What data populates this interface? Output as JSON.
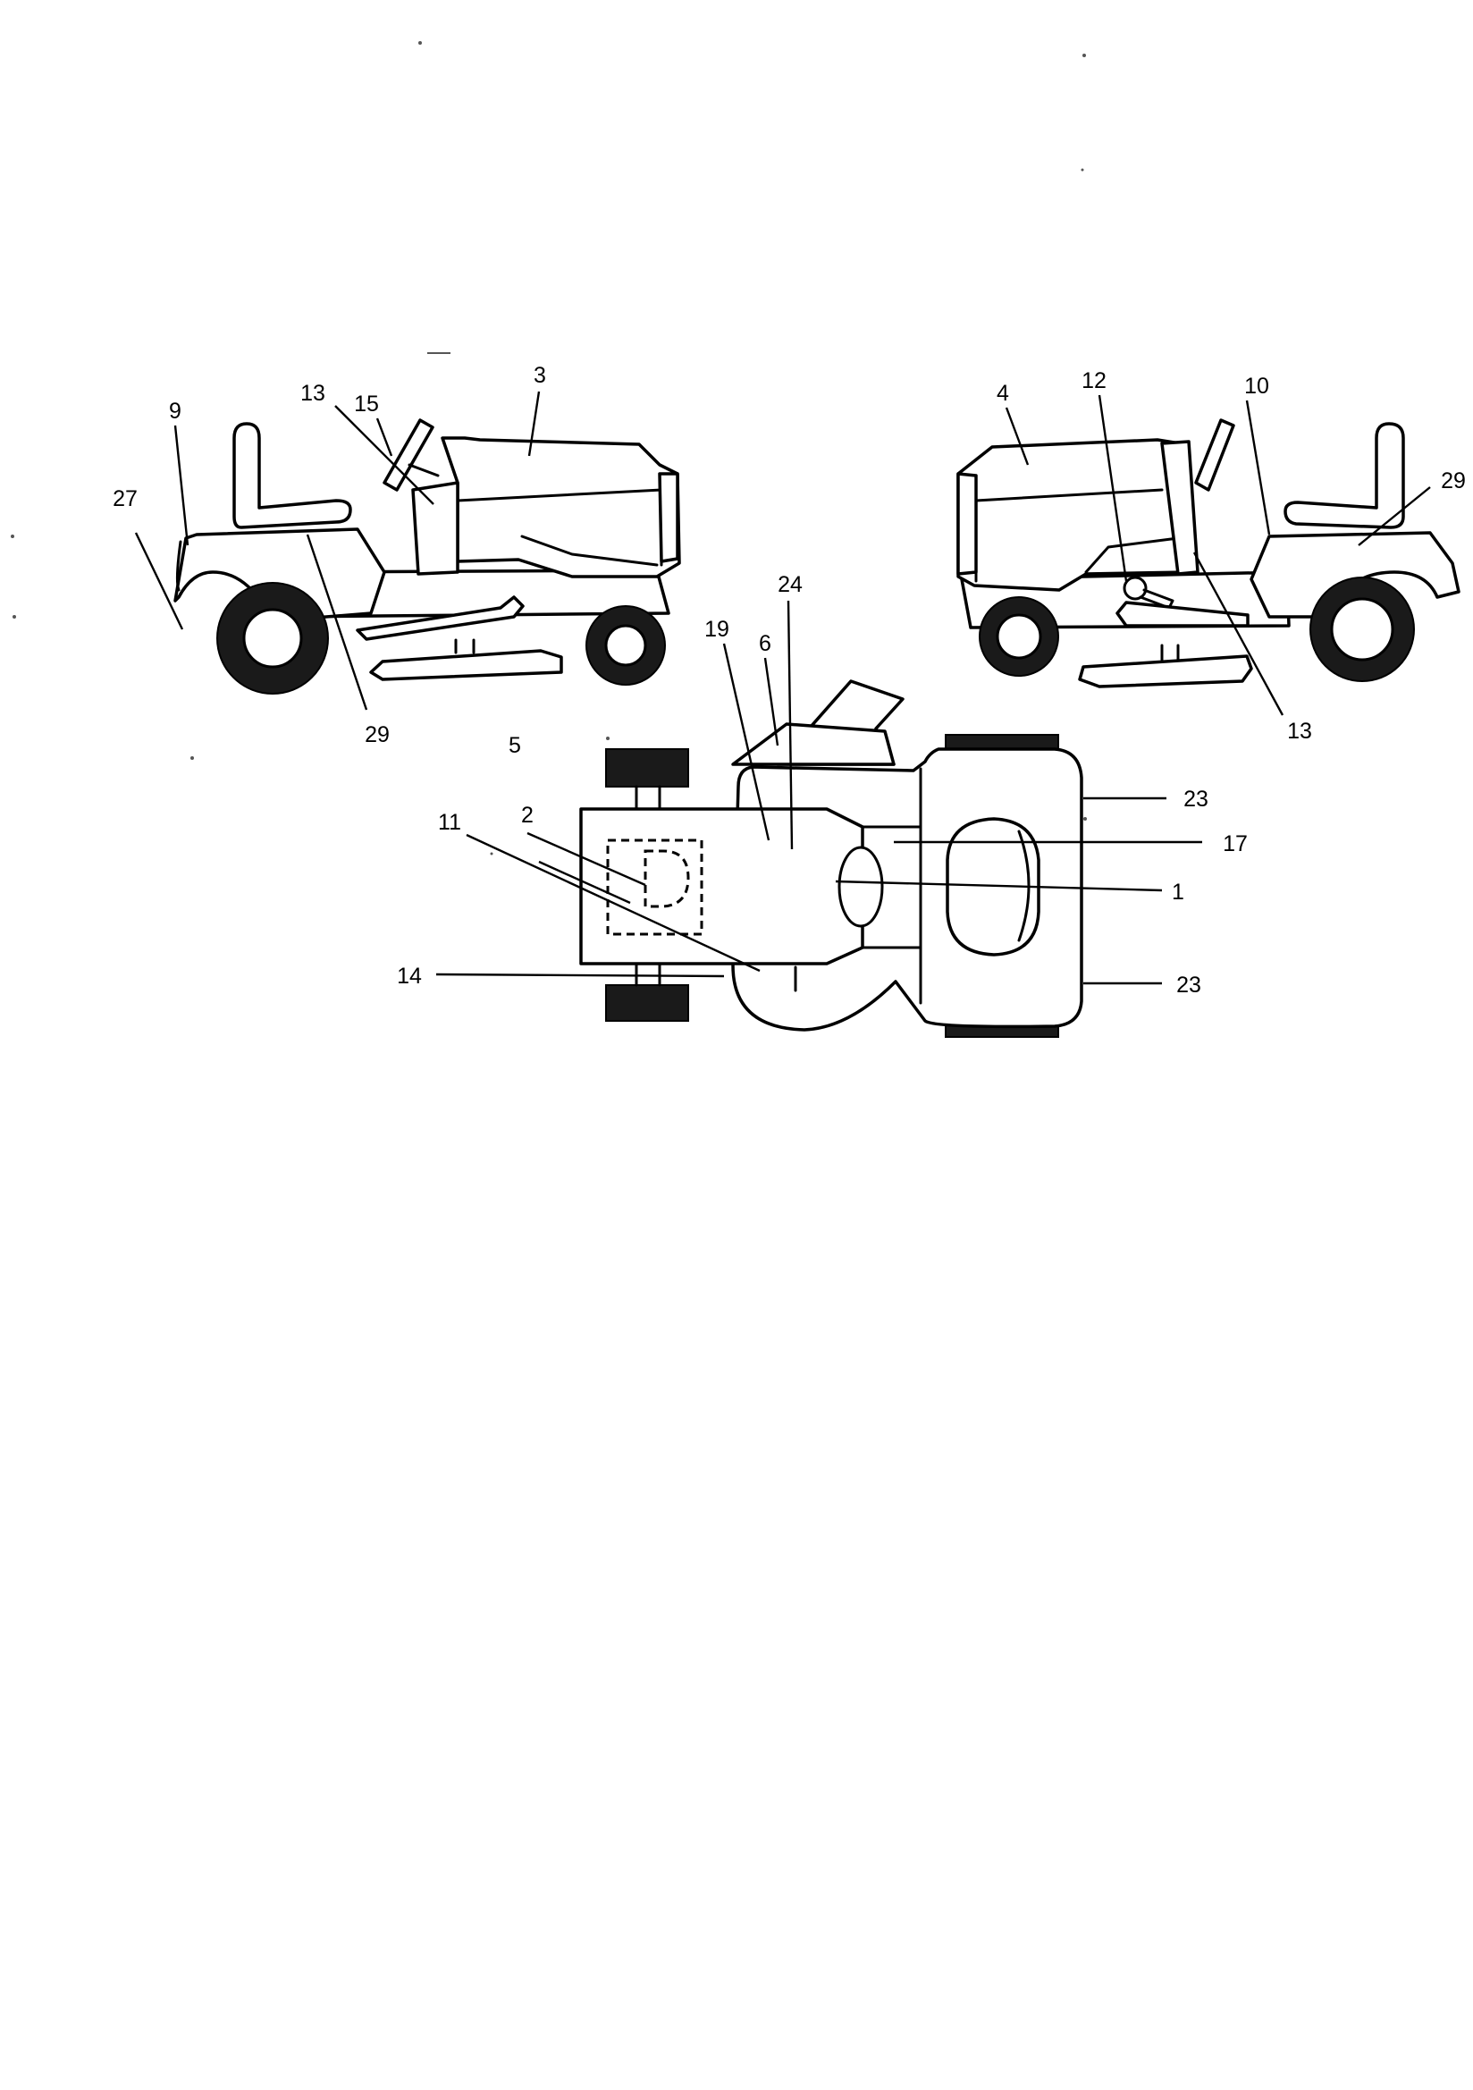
{
  "callouts": {
    "left_view": [
      "3",
      "13",
      "15",
      "9",
      "27",
      "29"
    ],
    "right_view": [
      "4",
      "12",
      "10",
      "29",
      "13"
    ],
    "top_view": [
      "24",
      "19",
      "6",
      "5",
      "2",
      "11",
      "14",
      "23",
      "17",
      "1",
      "23"
    ]
  }
}
